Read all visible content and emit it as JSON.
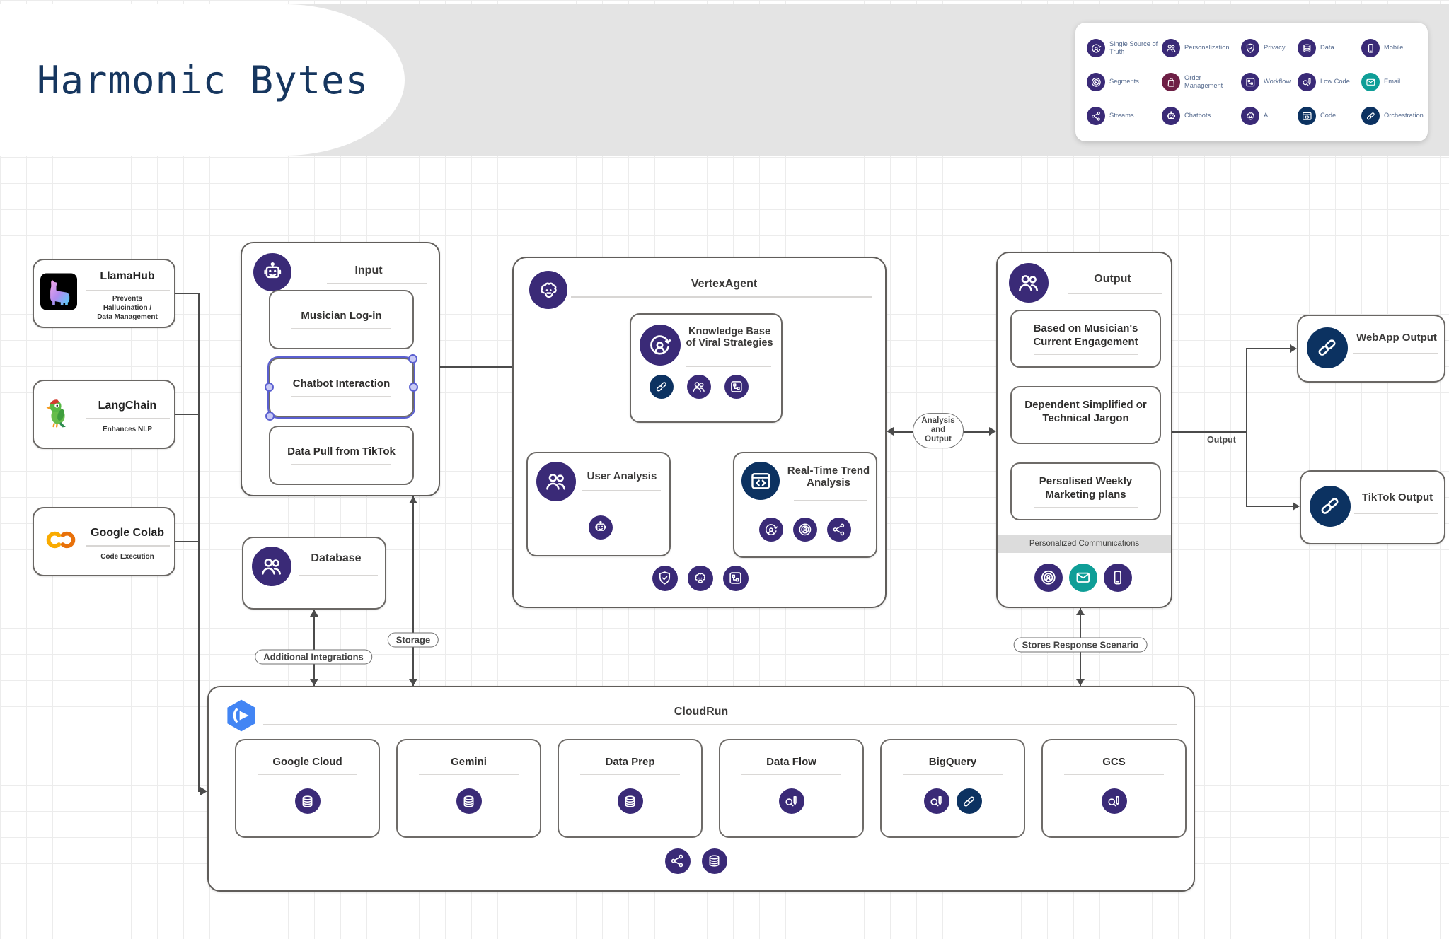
{
  "title": "Harmonic Bytes",
  "palette": {
    "indigo": "#3a2a77",
    "navy": "#0c3261",
    "teal": "#0f9e97",
    "maroon": "#6e1f45",
    "title_navy": "#16365f",
    "cloudrun_blue": "#4285F4",
    "selection_blue": "#5a5fd0",
    "band_gray": "#e4e4e4"
  },
  "icon_colors": {
    "single-source-of-truth": "indigo",
    "segments": "indigo",
    "streams": "indigo",
    "personalization": "indigo",
    "order-management": "maroon",
    "chatbots": "indigo",
    "privacy": "indigo",
    "workflow": "indigo",
    "ai": "indigo",
    "data": "indigo",
    "low-code": "indigo",
    "code": "navy",
    "mobile": "indigo",
    "email": "teal",
    "orchestration": "navy"
  },
  "legend": {
    "items": [
      {
        "icon": "single-source-of-truth",
        "label": "Single Source of Truth"
      },
      {
        "icon": "personalization",
        "label": "Personalization"
      },
      {
        "icon": "privacy",
        "label": "Privacy"
      },
      {
        "icon": "data",
        "label": "Data"
      },
      {
        "icon": "mobile",
        "label": "Mobile"
      },
      {
        "icon": "segments",
        "label": "Segments"
      },
      {
        "icon": "order-management",
        "label": "Order Management"
      },
      {
        "icon": "workflow",
        "label": "Workflow"
      },
      {
        "icon": "low-code",
        "label": "Low Code"
      },
      {
        "icon": "email",
        "label": "Email"
      },
      {
        "icon": "streams",
        "label": "Streams"
      },
      {
        "icon": "chatbots",
        "label": "Chatbots"
      },
      {
        "icon": "ai",
        "label": "AI"
      },
      {
        "icon": "code",
        "label": "Code"
      },
      {
        "icon": "orchestration",
        "label": "Orchestration"
      }
    ]
  },
  "left_tools": [
    {
      "name": "LlamaHub",
      "caption": "Prevents\nHallucination /\nData Management",
      "logo": "llama"
    },
    {
      "name": "LangChain",
      "caption": "Enhances NLP",
      "logo": "parrot"
    },
    {
      "name": "Google Colab",
      "caption": "Code Execution",
      "logo": "colab"
    }
  ],
  "input": {
    "title": "Input",
    "icon": "chatbots",
    "steps": [
      {
        "label": "Musician Log-in",
        "selected": false
      },
      {
        "label": "Chatbot Interaction",
        "selected": true
      },
      {
        "label": "Data Pull from TikTok",
        "selected": false
      }
    ]
  },
  "database": {
    "title": "Database",
    "icon": "personalization"
  },
  "vertex": {
    "title": "VertexAgent",
    "icon": "ai",
    "kb": {
      "label": "Knowledge Base\nof Viral Strategies",
      "big_icon": "single-source-of-truth",
      "icons": [
        "orchestration",
        "personalization",
        "workflow"
      ]
    },
    "user_analysis": {
      "label": "User Analysis",
      "big_icon": "personalization",
      "icons": [
        "chatbots"
      ]
    },
    "trend": {
      "label": "Real-Time Trend\nAnalysis",
      "big_icon": "code",
      "icons": [
        "single-source-of-truth",
        "segments",
        "streams"
      ]
    },
    "footer_icons": [
      "privacy",
      "ai",
      "workflow"
    ]
  },
  "output": {
    "title": "Output",
    "icon": "personalization",
    "steps": [
      {
        "label": "Based on Musician's\nCurrent Engagement"
      },
      {
        "label": "Dependent Simplified or\nTechnical Jargon"
      },
      {
        "label": "Persolised Weekly\nMarketing plans"
      }
    ],
    "band_label": "Personalized Communications",
    "band_icons": [
      "segments",
      "email",
      "mobile"
    ]
  },
  "endpoints": [
    {
      "label": "WebApp Output",
      "icon": "orchestration"
    },
    {
      "label": "TikTok Output",
      "icon": "orchestration"
    }
  ],
  "cloudrun": {
    "title": "CloudRun",
    "logo": "cloudrun",
    "services": [
      {
        "label": "Google Cloud",
        "icons": [
          "data"
        ]
      },
      {
        "label": "Gemini",
        "icons": [
          "data"
        ]
      },
      {
        "label": "Data Prep",
        "icons": [
          "data"
        ]
      },
      {
        "label": "Data Flow",
        "icons": [
          "low-code"
        ]
      },
      {
        "label": "BigQuery",
        "icons": [
          "low-code",
          "orchestration"
        ]
      },
      {
        "label": "GCS",
        "icons": [
          "low-code"
        ]
      }
    ],
    "footer_icons": [
      "streams",
      "data"
    ]
  },
  "labels": {
    "storage": "Storage",
    "additional": "Additional Integrations",
    "stores": "Stores Response Scenario",
    "analysis": "Analysis\nand\nOutput",
    "output_branch": "Output"
  }
}
